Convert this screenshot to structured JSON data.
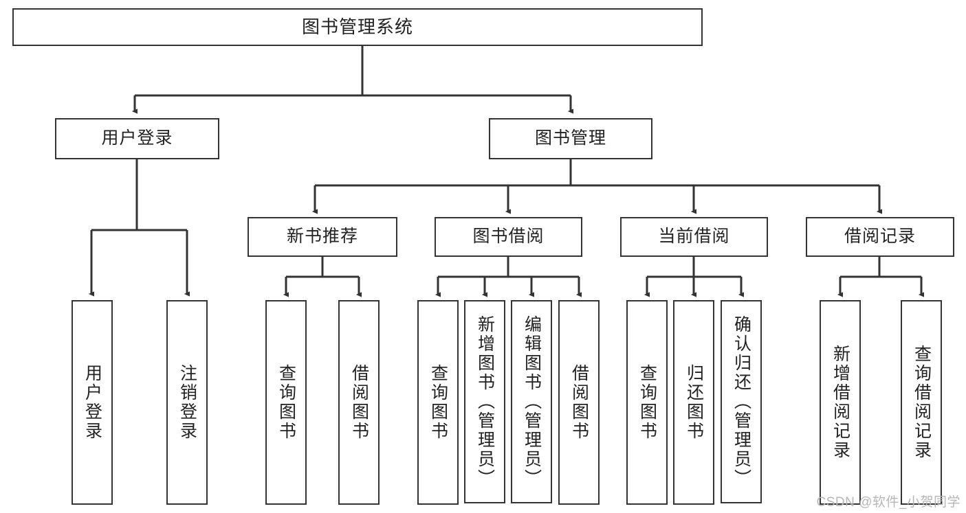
{
  "diagram": {
    "title": "图书管理系统",
    "type": "hierarchy-tree",
    "watermark": "CSDN @软件_小贺同学",
    "colors": {
      "box_border": "#333333",
      "box_fill": "#ffffff",
      "edge": "#333333",
      "text": "#222222",
      "watermark": "#b6b6b6"
    },
    "root": {
      "label": "图书管理系统"
    },
    "level2": [
      {
        "label": "用户登录"
      },
      {
        "label": "图书管理"
      }
    ],
    "level3": [
      {
        "label": "新书推荐"
      },
      {
        "label": "图书借阅"
      },
      {
        "label": "当前借阅"
      },
      {
        "label": "借阅记录"
      }
    ],
    "leaves": {
      "user_login": [
        {
          "label": "用户登录"
        },
        {
          "label": "注销登录"
        }
      ],
      "new_book": [
        {
          "label": "查询图书"
        },
        {
          "label": "借阅图书"
        }
      ],
      "book_borrow": [
        {
          "label": "查询图书"
        },
        {
          "label": "新增图书（管理员）"
        },
        {
          "label": "编辑图书（管理员）"
        },
        {
          "label": "借阅图书"
        }
      ],
      "current_borrow": [
        {
          "label": "查询图书"
        },
        {
          "label": "归还图书"
        },
        {
          "label": "确认归还（管理员）"
        }
      ],
      "borrow_record": [
        {
          "label": "新增借阅记录"
        },
        {
          "label": "查询借阅记录"
        }
      ]
    }
  }
}
